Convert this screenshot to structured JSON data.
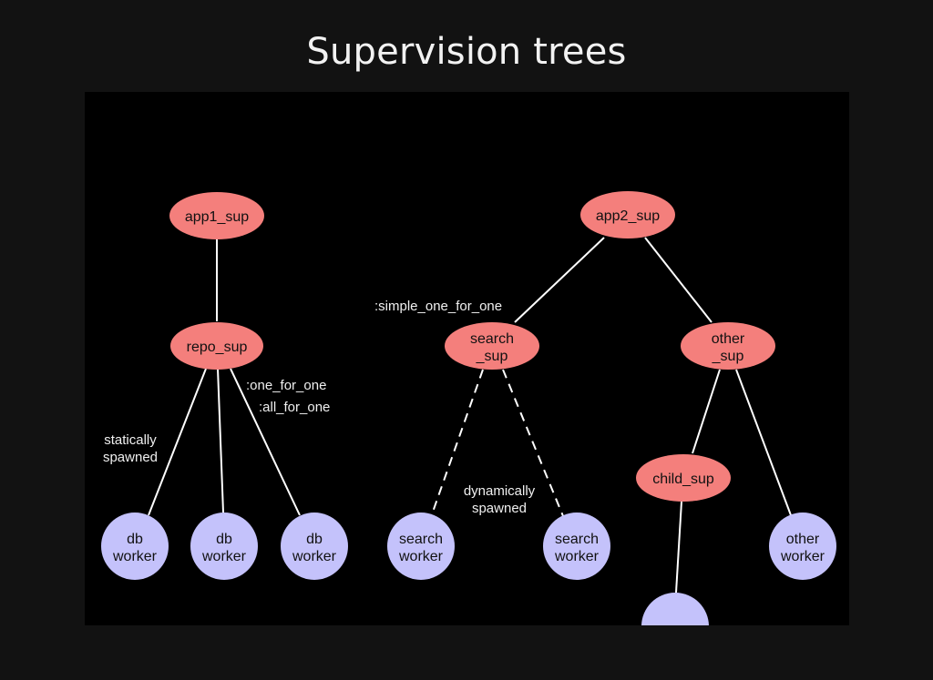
{
  "title": "Supervision trees",
  "colors": {
    "background": "#121212",
    "canvas": "#000000",
    "supervisor": "#f47f7c",
    "worker": "#c4c2fb",
    "edge": "#ffffff"
  },
  "nodes": {
    "app1_sup": [
      "app1_sup"
    ],
    "repo_sup": [
      "repo_sup"
    ],
    "db_worker_1": [
      "db",
      "worker"
    ],
    "db_worker_2": [
      "db",
      "worker"
    ],
    "db_worker_3": [
      "db",
      "worker"
    ],
    "app2_sup": [
      "app2_sup"
    ],
    "search_sup": [
      "search",
      "_sup"
    ],
    "other_sup": [
      "other",
      "_sup"
    ],
    "search_worker_1": [
      "search",
      "worker"
    ],
    "search_worker_2": [
      "search",
      "worker"
    ],
    "child_sup": [
      "child_sup"
    ],
    "other_worker": [
      "other",
      "worker"
    ]
  },
  "annotations": {
    "one_for_one": ":one_for_one",
    "all_for_one": ":all_for_one",
    "statically_spawned": [
      "statically",
      "spawned"
    ],
    "simple_one_for_one": ":simple_one_for_one",
    "dynamically_spawned": [
      "dynamically",
      "spawned"
    ]
  }
}
